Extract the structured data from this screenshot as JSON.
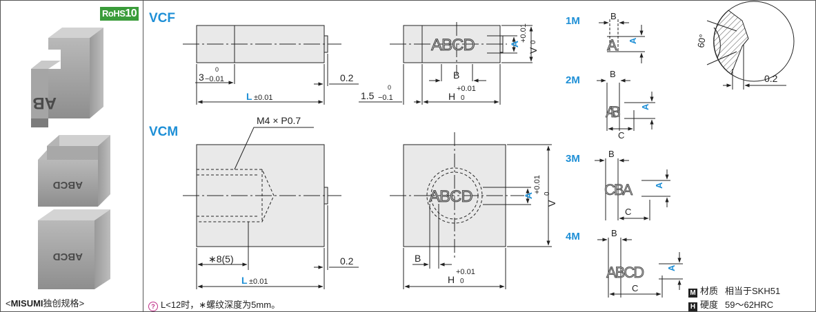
{
  "rohs": {
    "prefix": "RoHS",
    "num": "10"
  },
  "caption": {
    "open": "<",
    "brand": "MISUMI",
    "rest": "独创规格",
    "close": ">"
  },
  "photo_letters": {
    "top": "AB",
    "mid": "ABCD",
    "bottom": "ABCD"
  },
  "titles": {
    "vcf": "VCF",
    "vcm": "VCM"
  },
  "marks": [
    "1M",
    "2M",
    "3M",
    "4M"
  ],
  "engraving": "ABCD",
  "dims": {
    "L": "L",
    "L_tol": "±0.01",
    "three": "3",
    "three_tol": "−0.01",
    "zero": "0",
    "v02": "0.2",
    "v15": "1.5",
    "v15_tol": "−0.1",
    "B": "B",
    "H": "H",
    "plus001": "+0.01",
    "V": "V",
    "A": "A",
    "C": "C",
    "thread": "M4 × P0.7",
    "depth": "∗8(5)",
    "angle": "60°"
  },
  "note": {
    "icon": "?",
    "text": "L<12时，∗螺纹深度为5mm。"
  },
  "spec": {
    "material_icon": "M",
    "material_label": "材质",
    "material_value": "相当于SKH51",
    "hardness_icon": "H",
    "hardness_label": "硬度",
    "hardness_value": "59～62HRC"
  },
  "colors": {
    "accent": "#1e8fd6",
    "rohs": "#3a9c3a",
    "part": "#e9e9e9"
  }
}
